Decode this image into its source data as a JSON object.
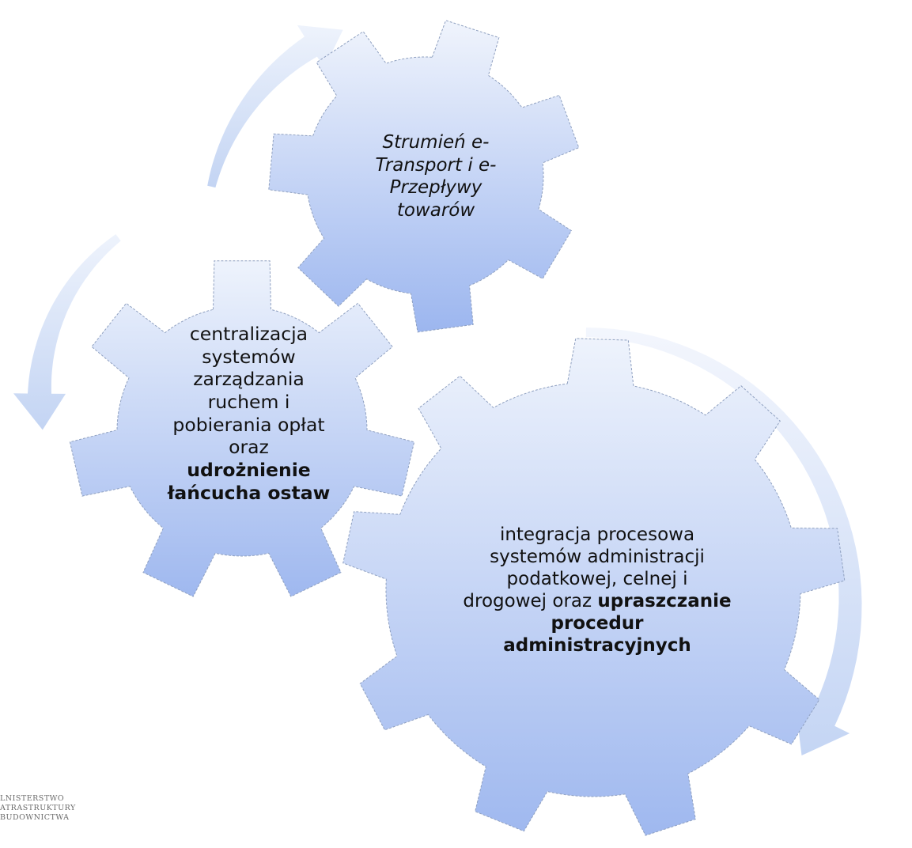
{
  "colors": {
    "gear_top": "#eef3fc",
    "gear_bottom": "#9db7ef",
    "gear_edge": "#8fa0c0",
    "arrow_light": "#eaf0fb",
    "arrow_dark": "#c6d6f3"
  },
  "gears": {
    "top": {
      "line1": "Strumień e-",
      "line2": "Transport i e-",
      "line3": "Przepływy",
      "line4": "towarów"
    },
    "left": {
      "line1": "centralizacja",
      "line2": "systemów",
      "line3": "zarządzania",
      "line4": "ruchem i",
      "line5": "pobierania opłat",
      "line6": "oraz",
      "bold1": "udrożnienie",
      "bold2": "łańcucha ostaw"
    },
    "right": {
      "line1": "integracja procesowa",
      "line2": "systemów administracji",
      "line3": "podatkowej, celnej i",
      "line4": "drogowej oraz ",
      "bold1": "upraszczanie",
      "bold2": "procedur",
      "bold3": "administracyjnych"
    }
  },
  "logo": {
    "line1": "LNISTERSTWO",
    "line2": "ATRASTRUKTURY",
    "line3": "BUDOWNICTWA"
  }
}
